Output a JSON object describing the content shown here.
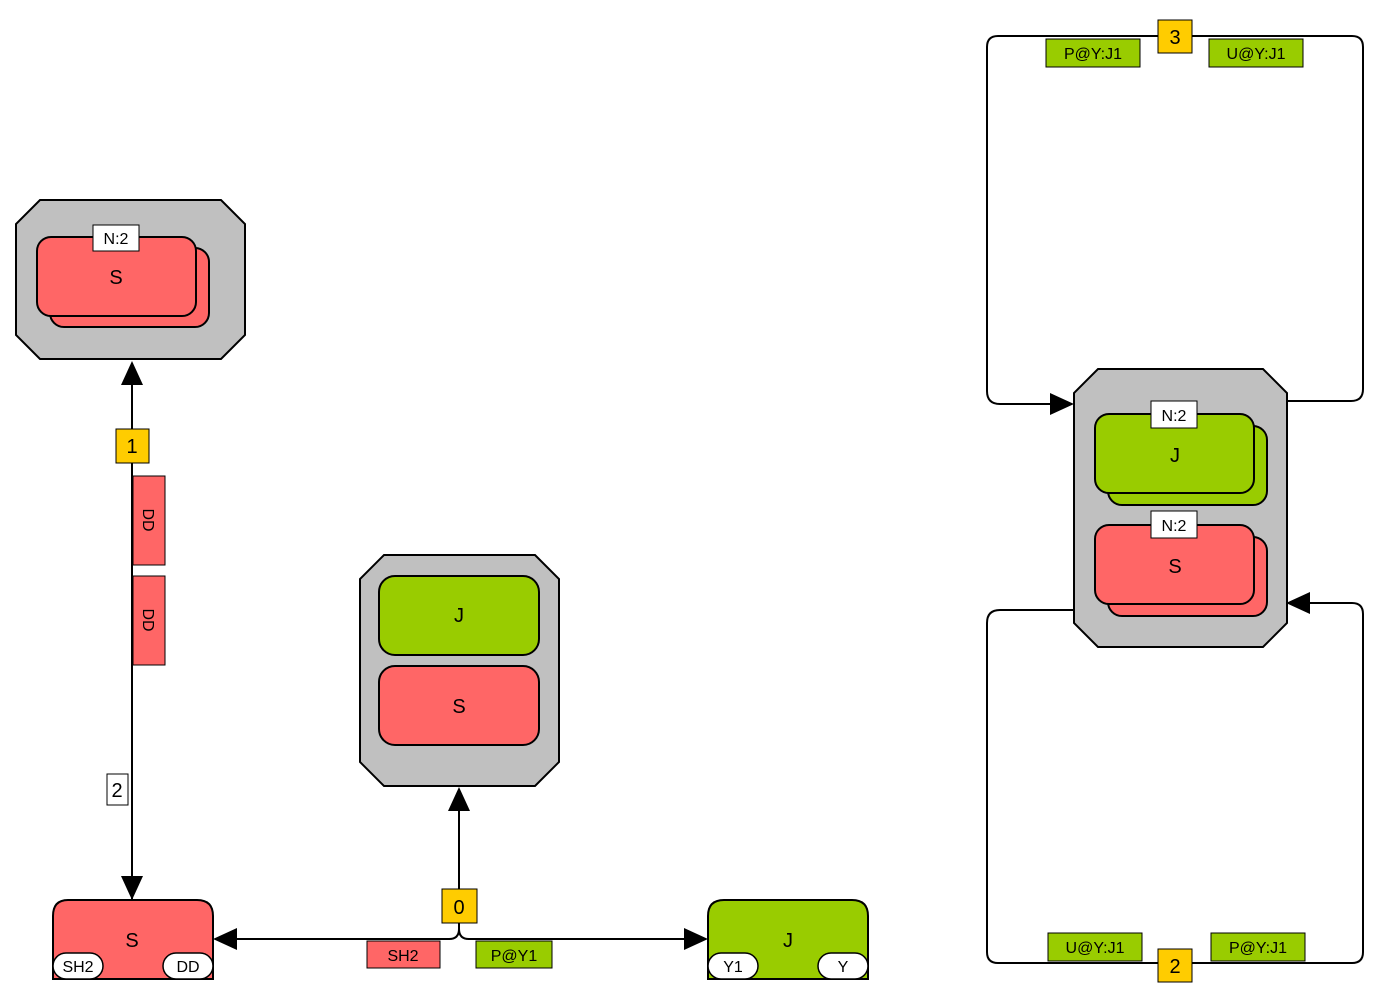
{
  "colors": {
    "complex_fill": "#c0c0c0",
    "species_s": "#ff6666",
    "species_j": "#99cc00",
    "edge_label": "#ffcc00",
    "stroke": "#000000",
    "white": "#ffffff"
  },
  "complexes": {
    "top_left": {
      "multimer_label": "N:2",
      "member_label": "S"
    },
    "middle": {
      "member_top_label": "J",
      "member_bottom_label": "S"
    },
    "right": {
      "j_multimer_label": "N:2",
      "j_member_label": "J",
      "s_multimer_label": "N:2",
      "s_member_label": "S"
    }
  },
  "nodes": {
    "s_bottom": {
      "label": "S",
      "site_left": "SH2",
      "site_right": "DD"
    },
    "j_bottom": {
      "label": "J",
      "site_left": "Y1",
      "site_right": "Y"
    }
  },
  "edges": {
    "edge_1": {
      "number": "1",
      "site_label_a": "DD",
      "site_label_b": "DD"
    },
    "edge_2": {
      "number": "2"
    },
    "edge_0": {
      "number": "0",
      "site_label_left": "SH2",
      "site_label_right": "P@Y1"
    },
    "edge_3": {
      "number": "3",
      "site_label_left": "P@Y:J1",
      "site_label_right": "U@Y:J1"
    },
    "edge_2_right": {
      "number": "2",
      "site_label_left": "U@Y:J1",
      "site_label_right": "P@Y:J1"
    }
  }
}
